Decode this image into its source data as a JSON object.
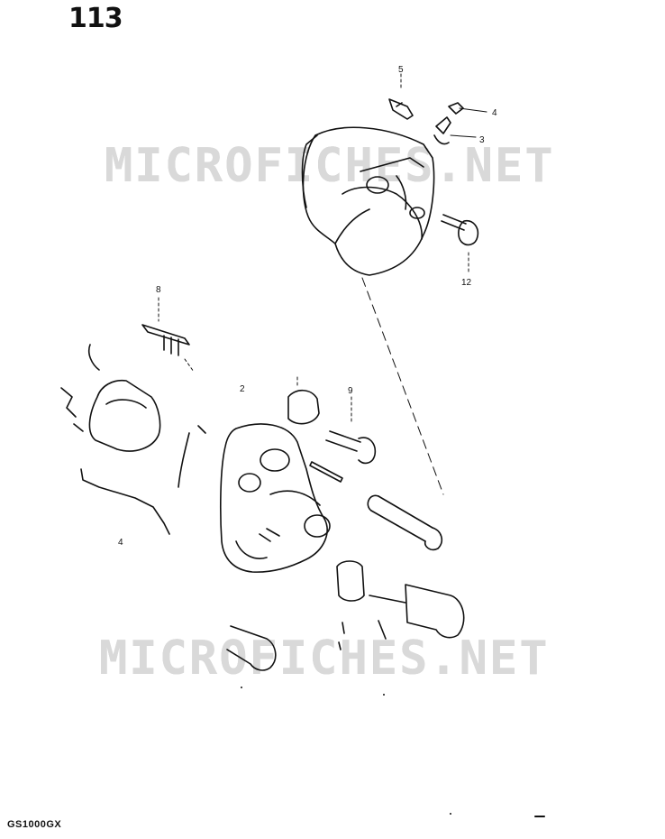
{
  "page_id": "113",
  "watermark": {
    "top": "MICROFICHES.NET",
    "bottom": "MICROFICHES.NET"
  },
  "model": "GS1000GX",
  "callouts": {
    "c5": "5",
    "c4a": "4",
    "c3": "3",
    "c12": "12",
    "c8": "8",
    "c9": "9",
    "c2": "2",
    "c4b": "4"
  }
}
